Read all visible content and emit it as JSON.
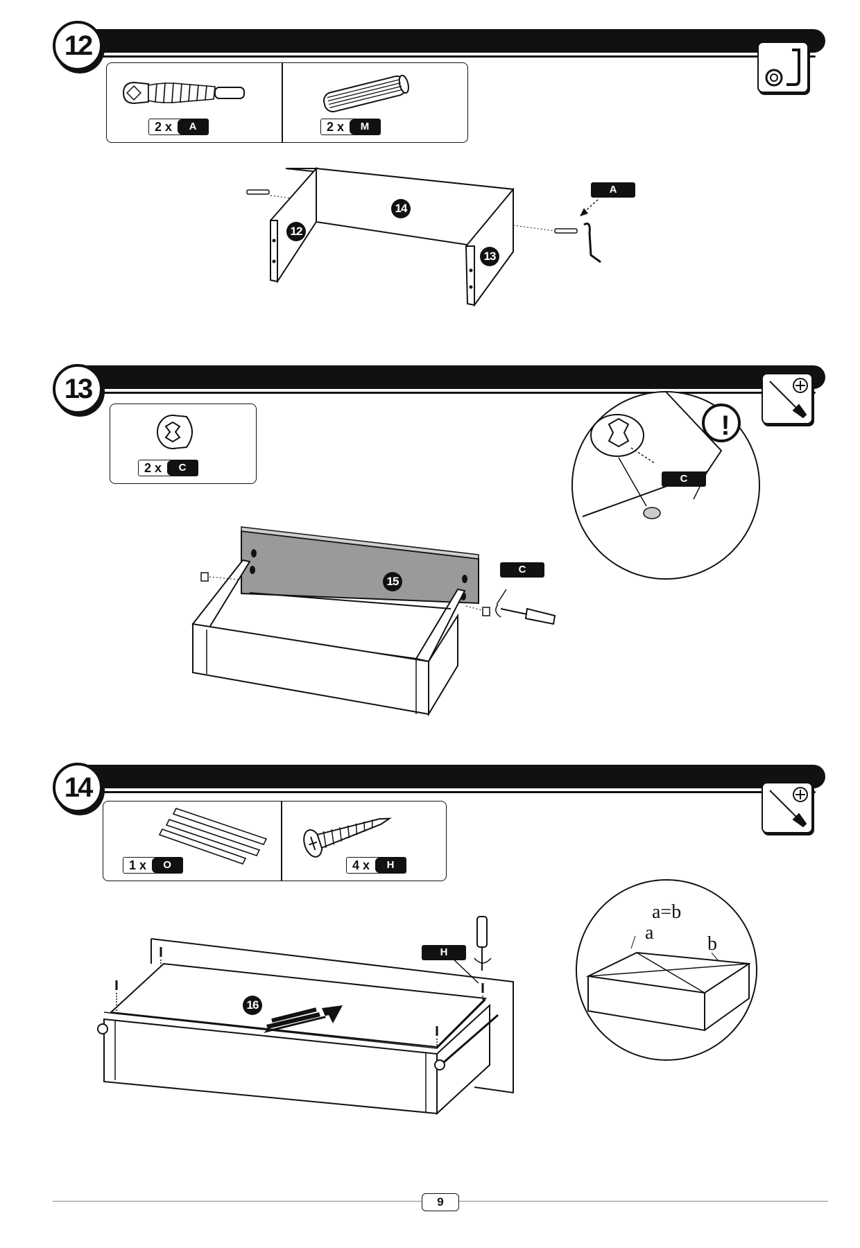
{
  "page": {
    "number": "9"
  },
  "steps": [
    {
      "number": "12",
      "parts": [
        {
          "qty": "2 x",
          "code": "A",
          "icon": "cam-bolt-icon"
        },
        {
          "qty": "2 x",
          "code": "M",
          "icon": "wooden-dowel-icon"
        }
      ],
      "tool": "allen-key-icon",
      "callouts": [
        "A"
      ],
      "panels": [
        "12",
        "13",
        "14"
      ]
    },
    {
      "number": "13",
      "parts": [
        {
          "qty": "2 x",
          "code": "C",
          "icon": "cam-lock-icon"
        }
      ],
      "tool": "screwdriver-icon",
      "callouts": [
        "C",
        "C"
      ],
      "panels": [
        "15"
      ],
      "warning": "!"
    },
    {
      "number": "14",
      "parts": [
        {
          "qty": "1 x",
          "code": "O",
          "icon": "drawer-runners-icon"
        },
        {
          "qty": "4 x",
          "code": "H",
          "icon": "screw-icon"
        }
      ],
      "tool": "screwdriver-icon",
      "callouts": [
        "H"
      ],
      "panels": [
        "16"
      ],
      "detail": {
        "equation": "a=b",
        "label_a": "a",
        "label_b": "b"
      }
    }
  ]
}
